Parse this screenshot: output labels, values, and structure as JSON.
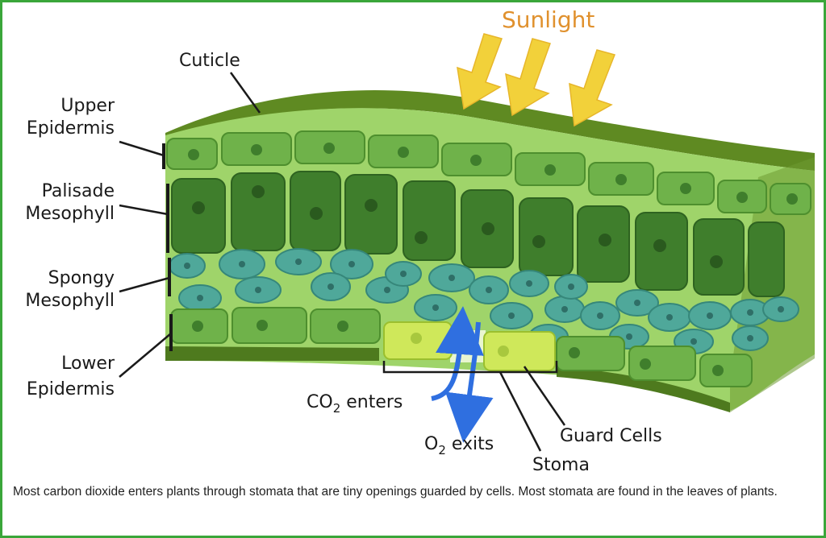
{
  "labels": {
    "sunlight": "Sunlight",
    "cuticle": "Cuticle",
    "upper_epidermis": [
      "Upper",
      "Epidermis"
    ],
    "palisade_mesophyll": [
      "Palisade",
      "Mesophyll"
    ],
    "spongy_mesophyll": [
      "Spongy",
      "Mesophyll"
    ],
    "lower_epidermis": [
      "Lower",
      "Epidermis"
    ],
    "co2_main": "CO",
    "co2_sub": "2",
    "co2_rest": " enters",
    "o2_main": "O",
    "o2_sub": "2",
    "o2_rest": " exits",
    "guard_cells": "Guard Cells",
    "stoma": "Stoma"
  },
  "caption": "Most carbon dioxide enters plants through stomata that are tiny openings guarded by cells. Most stomata are found in the leaves of plants.",
  "colors": {
    "cuticle": "#5f8a22",
    "palisade_cell": "#3f7e2c",
    "epidermis_cell": "#6fb24a",
    "spongy_cell": "#4fa89a",
    "guard_cell": "#cfe85a",
    "arrow_sun": "#f2d13a",
    "arrow_gas": "#2f6fe0",
    "border": "#3aa63a"
  },
  "icons": [
    "sunlight-arrow-icon",
    "co2-arrow-icon",
    "o2-arrow-icon"
  ]
}
